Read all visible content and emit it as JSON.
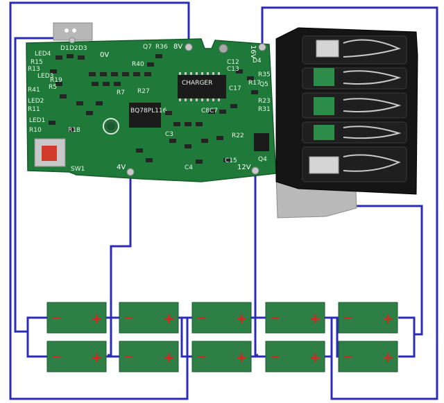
{
  "pcb": {
    "pad_labels": [
      "0V",
      "8V",
      "16V",
      "4V",
      "12V"
    ],
    "component_labels": [
      "LED4",
      "D1",
      "D2",
      "D3",
      "Q7",
      "R36",
      "R13",
      "R15",
      "LED3",
      "R19",
      "R41",
      "R5",
      "LED2",
      "R11",
      "LED1",
      "R10",
      "R18",
      "SW1",
      "R40",
      "R7",
      "R27",
      "C12",
      "C13",
      "D4",
      "R35",
      "R17",
      "Q5",
      "R23",
      "R31",
      "C17",
      "C8",
      "C7",
      "R22",
      "C15",
      "Q4",
      "C3",
      "C4"
    ],
    "chip_markings": [
      "CHARGER",
      "BQ78PL116"
    ]
  },
  "cells": [
    {
      "minus": "−",
      "plus": "+"
    },
    {
      "minus": "−",
      "plus": "+"
    },
    {
      "minus": "−",
      "plus": "+"
    },
    {
      "minus": "−",
      "plus": "+"
    },
    {
      "minus": "−",
      "plus": "+"
    },
    {
      "minus": "−",
      "plus": "+"
    },
    {
      "minus": "−",
      "plus": "+"
    },
    {
      "minus": "−",
      "plus": "+"
    },
    {
      "minus": "−",
      "plus": "+"
    },
    {
      "minus": "−",
      "plus": "+"
    }
  ],
  "colors": {
    "wire": "#2b2bb8",
    "pcb": "#1f7a3a",
    "cell_fill": "#2e7f46",
    "cell_sign": "#d8261e"
  }
}
